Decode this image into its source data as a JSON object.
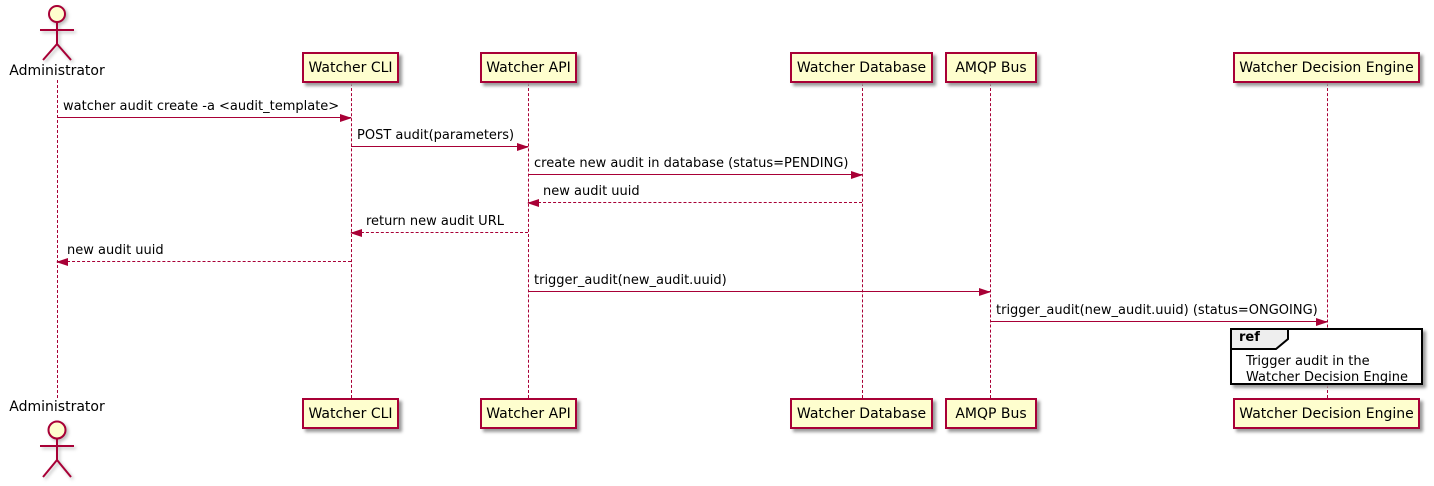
{
  "diagram": {
    "type": "sequence",
    "colors": {
      "participant_fill": "#FEFECE",
      "participant_border": "#A80036",
      "lifeline_color": "#A80036",
      "arrow_color": "#A80036",
      "ref_border": "#000000",
      "ref_fill": "#FFFFFF",
      "ref_header_fill": "#EEEEEE",
      "text_color": "#000000",
      "background": "#FFFFFF"
    }
  },
  "actor": {
    "label": "Administrator",
    "icon": "stick-figure-icon"
  },
  "participants": [
    {
      "label": "Watcher CLI"
    },
    {
      "label": "Watcher API"
    },
    {
      "label": "Watcher Database"
    },
    {
      "label": "AMQP Bus"
    },
    {
      "label": "Watcher Decision Engine"
    }
  ],
  "messages": [
    {
      "text": "watcher audit create -a <audit_template>",
      "from": "Administrator",
      "to": "Watcher CLI",
      "line": "solid",
      "direction": "right"
    },
    {
      "text": "POST audit(parameters)",
      "from": "Watcher CLI",
      "to": "Watcher API",
      "line": "solid",
      "direction": "right"
    },
    {
      "text": "create new audit in database (status=PENDING)",
      "from": "Watcher API",
      "to": "Watcher Database",
      "line": "solid",
      "direction": "right"
    },
    {
      "text": "new audit uuid",
      "from": "Watcher Database",
      "to": "Watcher API",
      "line": "dashed",
      "direction": "left"
    },
    {
      "text": "return new audit URL",
      "from": "Watcher API",
      "to": "Watcher CLI",
      "line": "dashed",
      "direction": "left"
    },
    {
      "text": "new audit uuid",
      "from": "Watcher CLI",
      "to": "Administrator",
      "line": "dashed",
      "direction": "left"
    },
    {
      "text": "trigger_audit(new_audit.uuid)",
      "from": "Watcher API",
      "to": "AMQP Bus",
      "line": "solid",
      "direction": "right"
    },
    {
      "text": "trigger_audit(new_audit.uuid) (status=ONGOING)",
      "from": "AMQP Bus",
      "to": "Watcher Decision Engine",
      "line": "solid",
      "direction": "right"
    }
  ],
  "ref": {
    "keyword": "ref",
    "over": "Watcher Decision Engine",
    "lines": [
      "Trigger audit in the",
      "Watcher Decision Engine"
    ]
  }
}
